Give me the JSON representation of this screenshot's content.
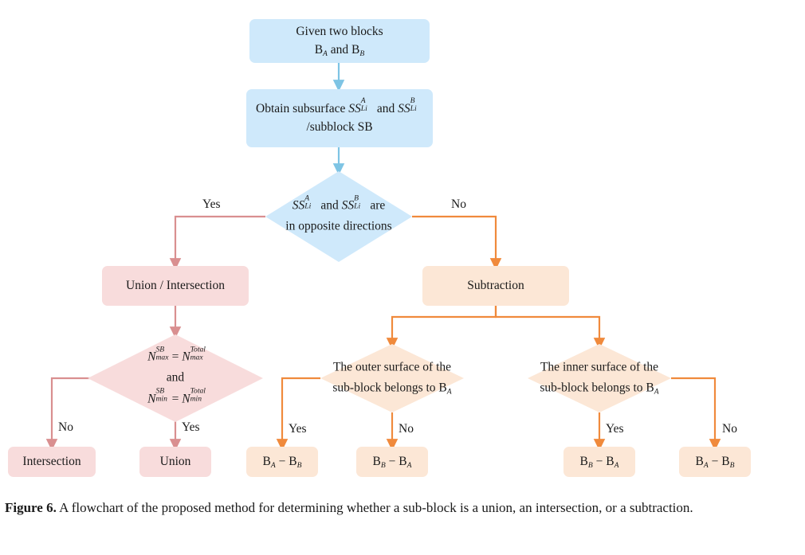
{
  "figure": {
    "caption_label": "Figure 6.",
    "caption_text": " A flowchart of the proposed method for determining whether a sub-block is a union, an intersection, or a subtraction."
  },
  "colors": {
    "blue_fill": "#cfe9fb",
    "blue_stroke": "#7ec4e4",
    "pink_fill": "#f8dcdc",
    "pink_stroke": "#d98f90",
    "peach_fill": "#fce7d6",
    "peach_stroke": "#f08a3c",
    "text": "#1a1a1a"
  },
  "nodes": {
    "start": {
      "line1": "Given two blocks",
      "line2_pre": "B",
      "line2_sub1": "A",
      "line2_mid": " and B",
      "line2_sub2": "B"
    },
    "subsurface": {
      "line1_pre": "Obtain subsurface ",
      "ss1_base": "SS",
      "ss1_sup": "A",
      "ss1_sub": "Li",
      "line1_mid": " and ",
      "ss2_base": "SS",
      "ss2_sup": "B",
      "ss2_sub": "Li",
      "line2": "/subblock SB"
    },
    "decision_direction": {
      "ss1_base": "SS",
      "ss1_sup": "A",
      "ss1_sub": "Li",
      "mid": " and ",
      "ss2_base": "SS",
      "ss2_sup": "B",
      "ss2_sub": "Li",
      "tail": " are",
      "line2": "in opposite directions"
    },
    "union_intersection": {
      "label": "Union / Intersection"
    },
    "subtraction": {
      "label": "Subtraction"
    },
    "decision_counts": {
      "line1_n": "N",
      "line1_sup": "SB",
      "line1_sub": "max",
      "line1_eq": " = ",
      "line1_n2": "N",
      "line1_sup2": "Total",
      "line1_sub2": "max",
      "line2": "and",
      "line3_n": "N",
      "line3_sup": "SB",
      "line3_sub": "min",
      "line3_eq": " = ",
      "line3_n2": "N",
      "line3_sup2": "Total",
      "line3_sub2": "min"
    },
    "decision_outer": {
      "line1": "The outer surface of the",
      "line2_pre": "sub-block belongs to B",
      "line2_sub": "A"
    },
    "decision_inner": {
      "line1": "The inner surface of the",
      "line2_pre": "sub-block belongs to B",
      "line2_sub": "A"
    },
    "result_intersection": {
      "label": "Intersection"
    },
    "result_union": {
      "label": "Union"
    },
    "result_ab_1": {
      "a": "B",
      "a_sub": "A",
      "op": " − ",
      "b": "B",
      "b_sub": "B"
    },
    "result_ba_1": {
      "a": "B",
      "a_sub": "B",
      "op": " − ",
      "b": "B",
      "b_sub": "A"
    },
    "result_ba_2": {
      "a": "B",
      "a_sub": "B",
      "op": " − ",
      "b": "B",
      "b_sub": "A"
    },
    "result_ab_2": {
      "a": "B",
      "a_sub": "A",
      "op": " − ",
      "b": "B",
      "b_sub": "B"
    }
  },
  "edge_labels": {
    "direction_yes": "Yes",
    "direction_no": "No",
    "counts_no": "No",
    "counts_yes": "Yes",
    "outer_yes": "Yes",
    "outer_no": "No",
    "inner_yes": "Yes",
    "inner_no": "No"
  }
}
